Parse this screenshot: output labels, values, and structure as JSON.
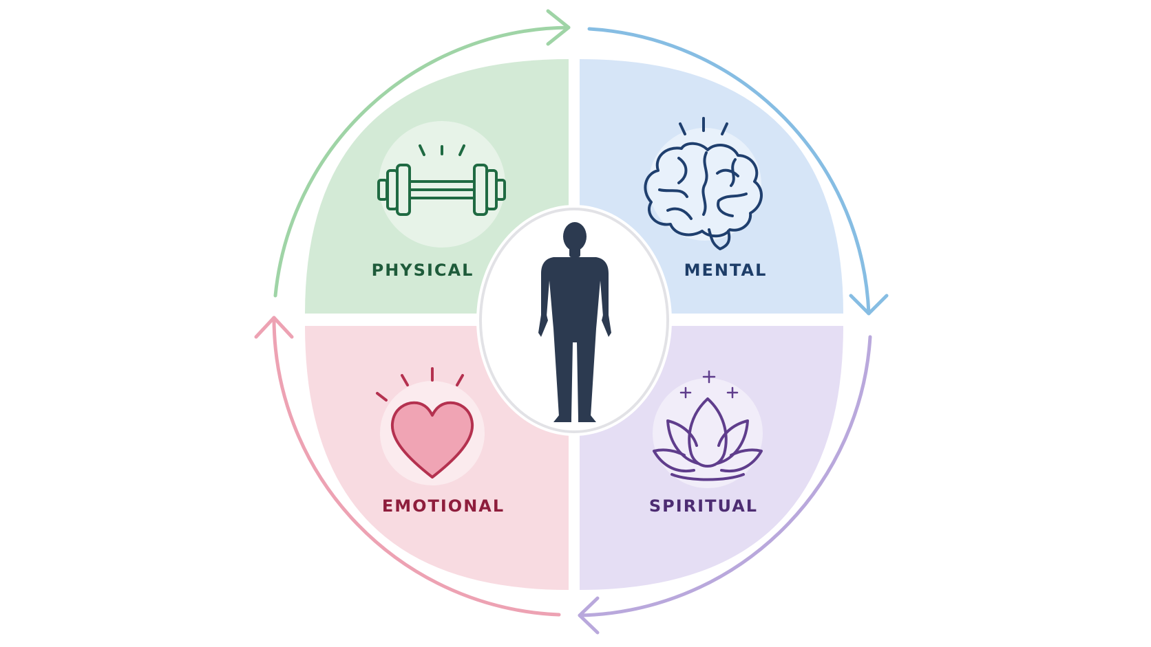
{
  "quadrants": {
    "physical": {
      "label": "PHYSICAL",
      "fill": "#d3ead6",
      "text_color": "#1e5b3a",
      "icon_color": "#1f6a42",
      "arc_color": "#9fd4a6"
    },
    "mental": {
      "label": "MENTAL",
      "fill": "#d6e5f7",
      "text_color": "#1d3d68",
      "icon_color": "#1f3f6e",
      "arc_color": "#86bde3"
    },
    "emotional": {
      "label": "EMOTIONAL",
      "fill": "#f8dbe1",
      "text_color": "#8e1d3c",
      "icon_color": "#b4314f",
      "arc_color": "#eda2b3"
    },
    "spiritual": {
      "label": "SPIRITUAL",
      "fill": "#e5def4",
      "text_color": "#4d2c72",
      "icon_color": "#5f3d8c",
      "arc_color": "#b9a8dc"
    }
  },
  "icons": {
    "physical": "dumbbell-icon",
    "mental": "brain-icon",
    "emotional": "heart-icon",
    "spiritual": "lotus-icon",
    "center": "human-figure-icon"
  },
  "center": {
    "figure_color": "#2c3a50"
  }
}
